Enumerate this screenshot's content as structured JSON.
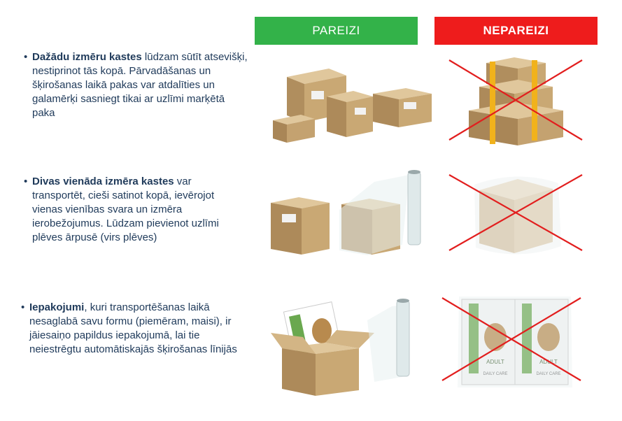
{
  "headers": {
    "correct": "PAREIZI",
    "incorrect": "NEPAREIZI"
  },
  "rows": [
    {
      "bold": "Dažādu izmēru kastes",
      "rest": " lūdzam sūtīt atsevišķi, nestiprinot tās kopā. Pārvadāšanas un šķirošanas laikā pakas var atdalīties un galamērķi sasniegt tikai ar uzlīmi marķētā paka"
    },
    {
      "bold": "Divas vienāda izmēra kastes",
      "rest": " var transportēt, cieši satinot kopā, ievērojot vienas vienības svara un izmēra ierobežojumus. Lūdzam pievienot uzlīmi plēves ārpusē (virs plēves)"
    },
    {
      "bold": "Iepakojumi",
      "rest": ", kuri transportēšanas laikā nesaglabā savu formu (piemēram, maisi), ir jāiesaiņo papildus iepakojumā, lai tie neiestrēgtu automātiskajās šķirošanas līnijās"
    }
  ],
  "bag_labels": {
    "brand": "ADULT",
    "sub": "DAILY CARE"
  },
  "colors": {
    "green": "#33b249",
    "red": "#ee1c1c",
    "text": "#1f3a5a",
    "cardboard": "#c8a97a"
  }
}
